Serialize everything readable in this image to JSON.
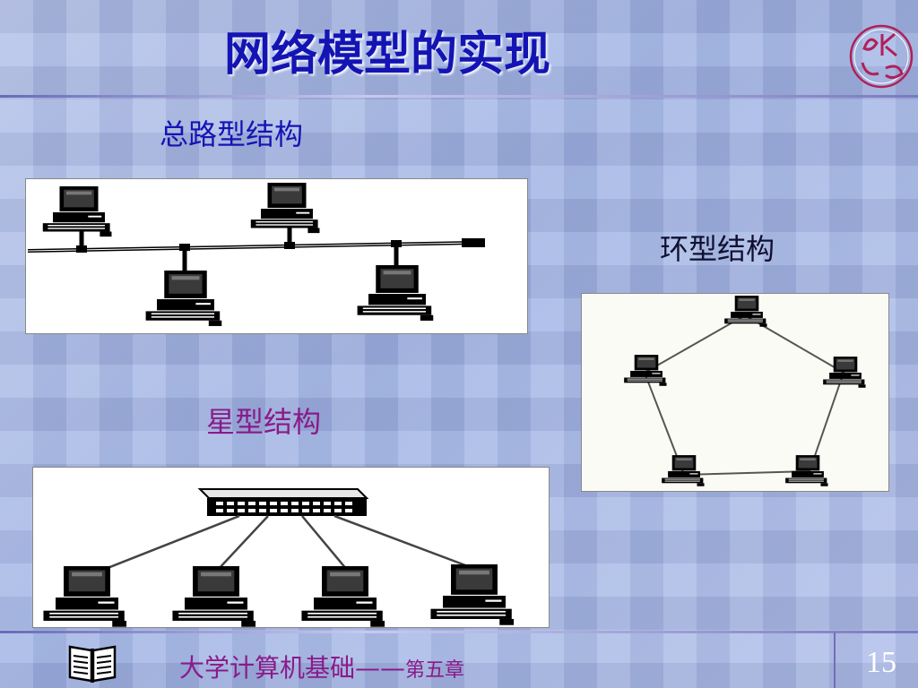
{
  "slide": {
    "title": "网络模型的实现",
    "page_number": "15"
  },
  "labels": {
    "bus": "总路型结构",
    "ring": "环型结构",
    "star": "星型结构"
  },
  "footer": {
    "course": "大学计算机基础",
    "dash": "——",
    "chapter": "第五章"
  },
  "icons": {
    "logo": "dkd-logo-icon",
    "book": "book-icon",
    "computer": "computer-icon",
    "hub": "hub-icon"
  },
  "colors": {
    "title": "#1414b4",
    "star_label": "#8a1a8a",
    "footer": "#8a1a8a"
  }
}
